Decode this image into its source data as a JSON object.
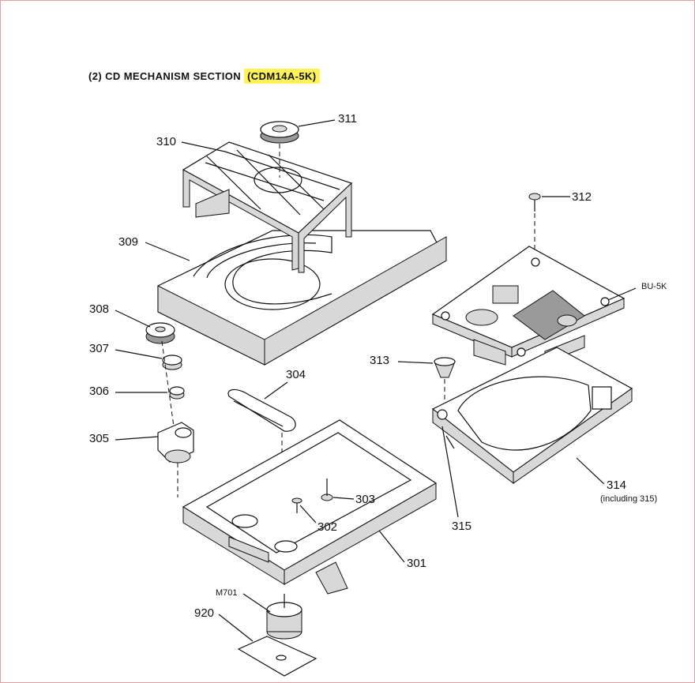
{
  "heading": {
    "prefix": "(2) CD MECHANISM SECTION",
    "model": "(CDM14A-5K)"
  },
  "highlight_color": "#fff35a",
  "parts": {
    "p311": "311",
    "p310": "310",
    "p312": "312",
    "p309": "309",
    "bu5k": "BU-5K",
    "p308": "308",
    "p307": "307",
    "p313": "313",
    "p304": "304",
    "p306": "306",
    "p305": "305",
    "p314": "314",
    "p314_note": "(including 315)",
    "p303": "303",
    "p302": "302",
    "p315": "315",
    "p301": "301",
    "m701": "M701",
    "p920": "920"
  }
}
